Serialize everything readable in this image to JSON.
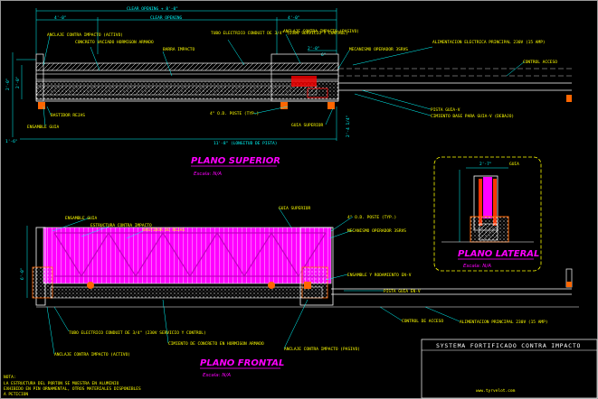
{
  "colors": {
    "background": "#000000",
    "dimension": "#00ffff",
    "label": "#ffff00",
    "gate_fill": "#ff00ff",
    "structure": "#ffffff",
    "concrete": "#ff8c00",
    "titles": "#ff00ff"
  },
  "dimensions": {
    "total_span": "CLEAR OPENING + 8'-0\"",
    "clear_opening": "CLEAR OPENING",
    "left_offset": "4'-0\"",
    "right_offset_1": "4'-0\"",
    "right_offset_2": "2'-0\"",
    "right_offset_3": "6\"",
    "overall_length": "11'-8\" (LONGITUD DE PISTA)",
    "left_height_1": "2'-0\"",
    "left_height_2": "2'-0\"",
    "right_height": "2'-4 1/4\"",
    "bottom_left": "1'-6\"",
    "lateral_width": "2'-7\"",
    "side_gap": "6'-0\""
  },
  "plan_view": {
    "title": "PLANO SUPERIOR",
    "scale": "Escala: N/A",
    "labels": {
      "anclaje_activo": "ANCLAJE CONTRA IMPACTO (ACTIVO)",
      "concreto_armado": "CONCRETO VACIADO HORMIGON ARMADO",
      "barra": "BARRA IMPACTO",
      "tubo": "TUBO ELECTRICO CONDUIT DE 3/4\" (230V SERVICIO Y CONTROL)",
      "anclaje_pasivo": "ANCLAJE CONTRA IMPACTO (PASIVO)",
      "mecanismo": "MECANISMO OPERADOR 3SRVS",
      "alimentacion": "ALIMENTACION ELECTRICA PRINCIPAL 230V (15 AMP)",
      "control": "CONTROL ACCESO",
      "bastidor": "BASTIDOR REJAS",
      "ensamble": "ENSAMBLE GUIA",
      "poste": "4\" O.D. POSTE (TYP.)",
      "guia": "GUIA SUPERIOR",
      "pista": "PISTA GUIA-V",
      "cimiento": "CIMIENTO BASE PARA GUIA-V (DEBAJO)"
    }
  },
  "lateral_view": {
    "title": "PLANO LATERAL",
    "scale": "Escala: N/A",
    "label_guia": "GUIA"
  },
  "front_view": {
    "title": "PLANO FRONTAL",
    "scale": "Escala: N/A",
    "labels": {
      "ensamble": "ENSAMBLE GUIA",
      "estructura": "ESTRUCTURA CONTRA IMPACTO",
      "bastidor": "BASTIDOR DE REJAS",
      "guia": "GUIA SUPERIOR",
      "poste": "4\" O.D. POSTE (TYP.)",
      "mecanismo": "MECANISMO OPERADOR 3SRVS",
      "rodamiento": "ENSAMBLE Y RODAMIENTO EN-V",
      "pista": "PISTA GUIA EN-V",
      "control": "CONTROL DE ACCESO",
      "alimentacion": "ALIMENTACION PRINCIPAL 230V (15 AMP)",
      "tubo": "TUBO ELECTRICO CONDUIT DE 3/4\" (230V SERVICIO Y CONTROL)",
      "cimiento": "CIMIENTO DE CONCRETO EN HORMIGON ARMADO",
      "anclaje_pasivo": "ANCLAJE CONTRA IMPACTO (PASIVO)",
      "anclaje_activo": "ANCLAJE CONTRA IMPACTO (ACTIVO)"
    }
  },
  "note": {
    "heading": "NOTA:",
    "lines": [
      "LA ESTRUCTURA DEL PORTON SE MUESTRA EN ALUMINIO",
      "EXHIBIDO EN PIN ORNAMENTAL, OTROS MATERIALES DISPONIBLES",
      "A PETICION"
    ]
  },
  "title_block": {
    "title": "SYSTEMA FORTIFICADO CONTRA IMPACTO",
    "website": "www.tyrvelot.com"
  }
}
